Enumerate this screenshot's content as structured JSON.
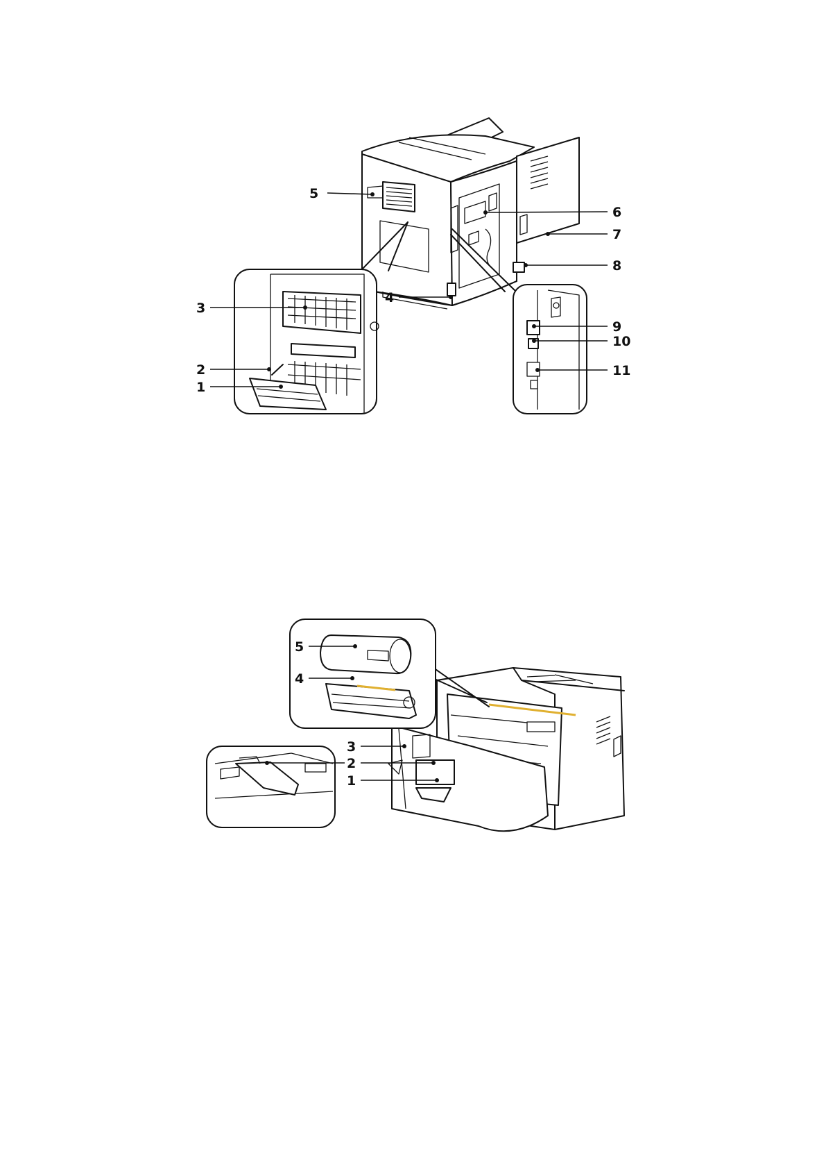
{
  "figures": [
    {
      "name": "rear-view",
      "callouts": [
        {
          "label": "1"
        },
        {
          "label": "2"
        },
        {
          "label": "3"
        },
        {
          "label": "4"
        },
        {
          "label": "5"
        },
        {
          "label": "6"
        },
        {
          "label": "7"
        },
        {
          "label": "8"
        },
        {
          "label": "9"
        },
        {
          "label": "10"
        },
        {
          "label": "11"
        }
      ]
    },
    {
      "name": "front-open-view",
      "callouts": [
        {
          "label": "1"
        },
        {
          "label": "2"
        },
        {
          "label": "3"
        },
        {
          "label": "4"
        },
        {
          "label": "5"
        }
      ]
    }
  ],
  "colors": {
    "line": "#111111",
    "highlight": "#e0b030",
    "background": "#ffffff"
  }
}
